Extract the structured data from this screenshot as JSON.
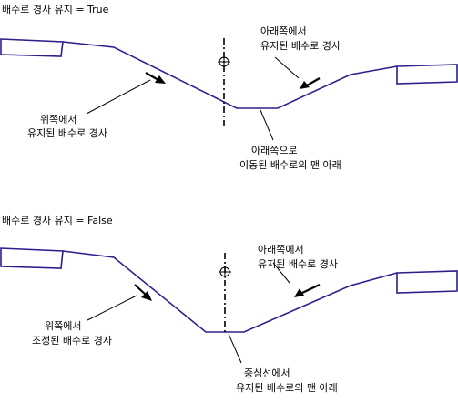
{
  "panels": [
    {
      "title": "배수로 경사 유지 = True",
      "label_right_top": [
        "아래쪽에서",
        "유지된 배수로 경사"
      ],
      "label_left": [
        "위쪽에서",
        "유지된 배수로 경사"
      ],
      "label_bottom": [
        "아래쪽으로",
        "이동된 배수로의 맨 아래"
      ]
    },
    {
      "title": "배수로 경사 유지 = False",
      "label_right_top": [
        "아래쪽에서",
        "유지된 배수로 경사"
      ],
      "label_left": [
        "위쪽에서",
        "조정된 배수로 경사"
      ],
      "label_bottom": [
        "중심선에서",
        "유지된 배수로의 맨 아래"
      ]
    }
  ],
  "colors": {
    "profile": "#2b1f8c",
    "text": "#000000"
  }
}
